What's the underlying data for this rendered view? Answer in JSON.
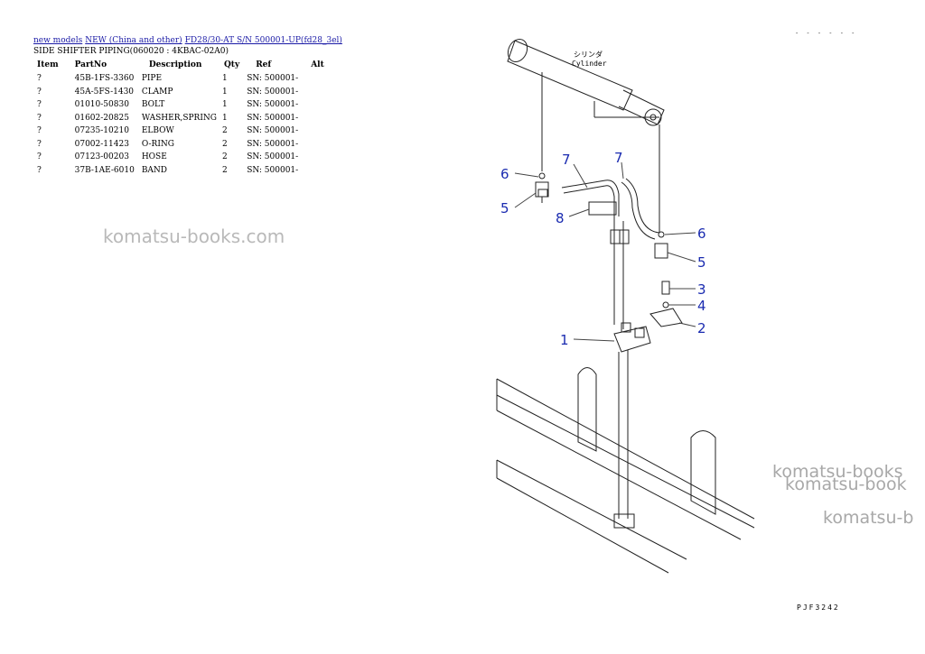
{
  "breadcrumb": {
    "links": [
      "new models",
      "NEW (China and other)",
      "FD28/30-AT S/N 500001-UP(fd28_3el)"
    ]
  },
  "page_title": "SIDE SHIFTER PIPING(060020 : 4KBAC-02A0)",
  "table": {
    "headers": [
      "Item",
      "PartNo",
      "Description",
      "Qty",
      "Ref",
      "Alt"
    ],
    "rows": [
      [
        "?",
        "45B-1FS-3360",
        "PIPE",
        "1",
        "SN: 500001-",
        ""
      ],
      [
        "?",
        "45A-5FS-1430",
        "CLAMP",
        "1",
        "SN: 500001-",
        ""
      ],
      [
        "?",
        "01010-50830",
        "BOLT",
        "1",
        "SN: 500001-",
        ""
      ],
      [
        "?",
        "01602-20825",
        "WASHER,SPRING",
        "1",
        "SN: 500001-",
        ""
      ],
      [
        "?",
        "07235-10210",
        "ELBOW",
        "2",
        "SN: 500001-",
        ""
      ],
      [
        "?",
        "07002-11423",
        "O-RING",
        "2",
        "SN: 500001-",
        ""
      ],
      [
        "?",
        "07123-00203",
        "HOSE",
        "2",
        "SN: 500001-",
        ""
      ],
      [
        "?",
        "37B-1AE-6010",
        "BAND",
        "2",
        "SN: 500001-",
        ""
      ]
    ]
  },
  "diagram": {
    "cylinder_label_jp": "シリンダ",
    "cylinder_label": "Cylinder",
    "callouts": [
      "6",
      "7",
      "7",
      "5",
      "8",
      "6",
      "5",
      "3",
      "4",
      "2",
      "1"
    ],
    "drawing_code": "PJF3242",
    "top_code": "- - - - - -"
  },
  "watermarks": [
    "komatsu-books.com",
    "komatsu-books",
    "komatsu-book",
    "komatsu-b"
  ]
}
